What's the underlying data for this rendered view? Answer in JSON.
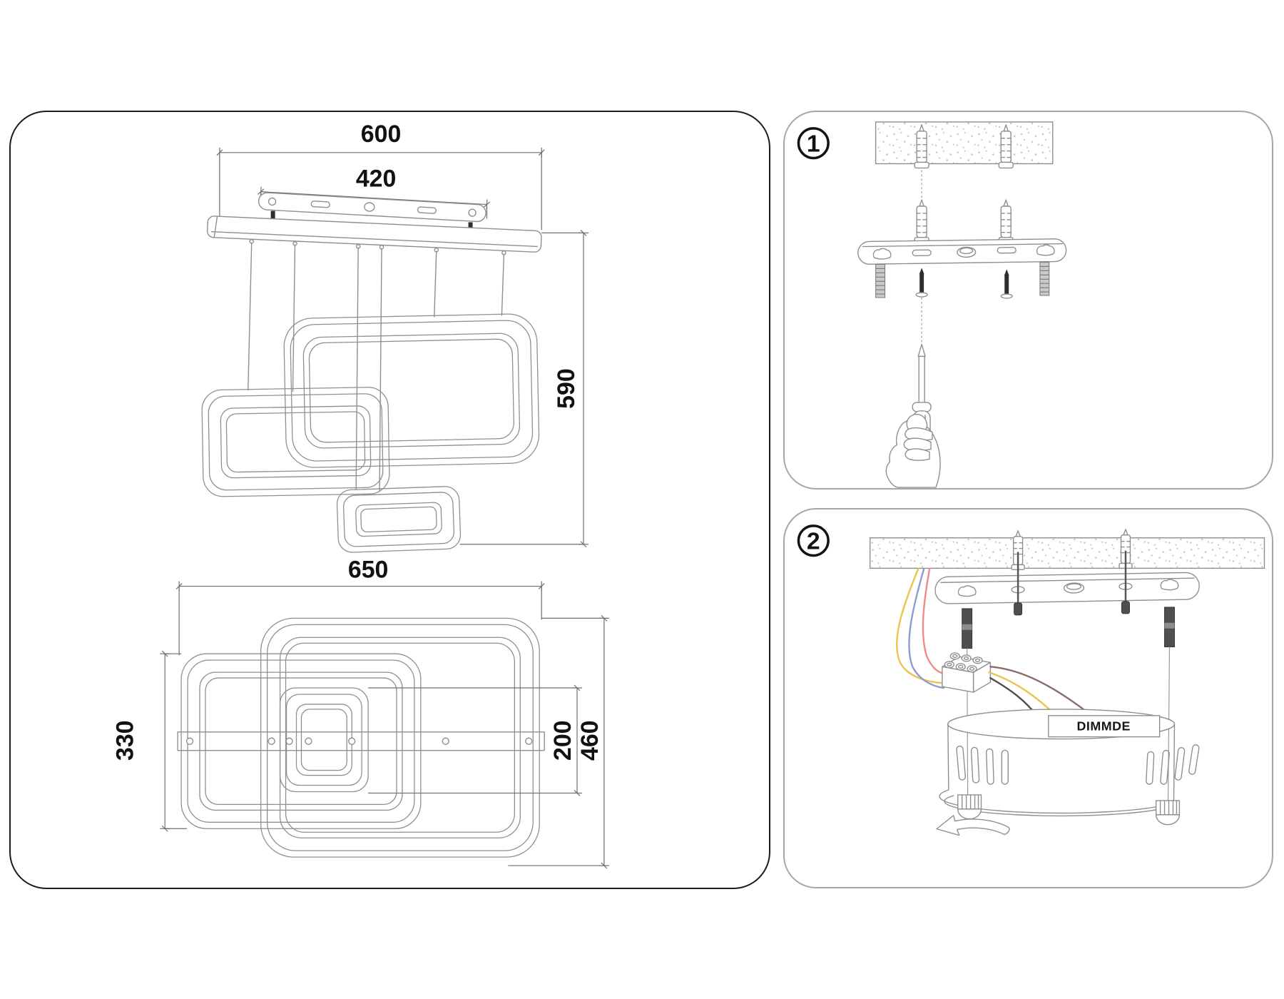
{
  "document": {
    "kind": "ceiling-lamp installation sheet"
  },
  "left_panel": {
    "side_view": {
      "dim_overall_width": "600",
      "dim_bracket_width": "420",
      "dim_height": "590"
    },
    "plan_view": {
      "dim_overall_width": "650",
      "dim_medium_square": "330",
      "dim_small_square": "200",
      "dim_large_square": "460"
    }
  },
  "step1": {
    "badge": "1"
  },
  "step2": {
    "badge": "2",
    "driver_label": "DIMMDE"
  },
  "colors": {
    "panel_border_dark": "#1c1c1c",
    "panel_border_light": "#a6a6a6",
    "line": "#8f8f8f",
    "dim": "#6e6e6e",
    "text": "#111111",
    "screw_dark": "#2e2e2e",
    "stipple": "#c4c4c4",
    "wire_yellow": "#e7c64b",
    "wire_blue": "#8d9bd0",
    "wire_red": "#ef8a8a",
    "wire_brown": "#8a6b68",
    "wire_dark": "#4d4d4d"
  }
}
